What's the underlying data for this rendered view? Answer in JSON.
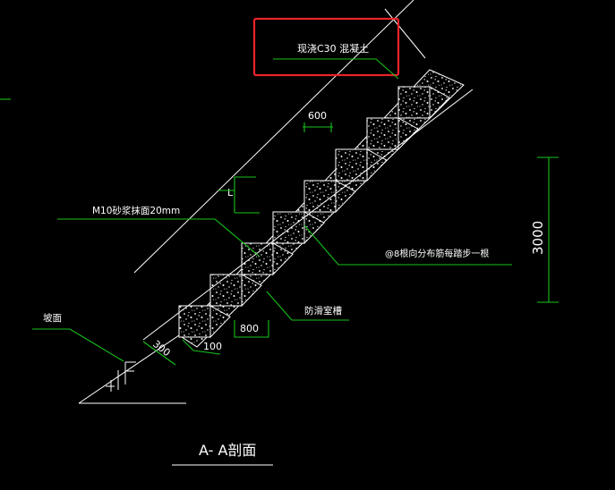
{
  "drawing": {
    "note_top": "现浇C30 混凝土",
    "note_mortar": "M10砂浆抹面20mm",
    "note_rebar": "@8根向分布筋每踏步一根",
    "note_skid": "防滑室槽",
    "note_slope": "坡面",
    "dim_600": "600",
    "dim_3000": "3000",
    "dim_800": "800",
    "dim_300": "300",
    "dim_100": "100",
    "dim_L": "L",
    "section_title": "A- A剖面"
  },
  "colors": {
    "background": "#000000",
    "leader": "#17c31a",
    "highlight": "#e8242a",
    "line": "#ffffff"
  }
}
